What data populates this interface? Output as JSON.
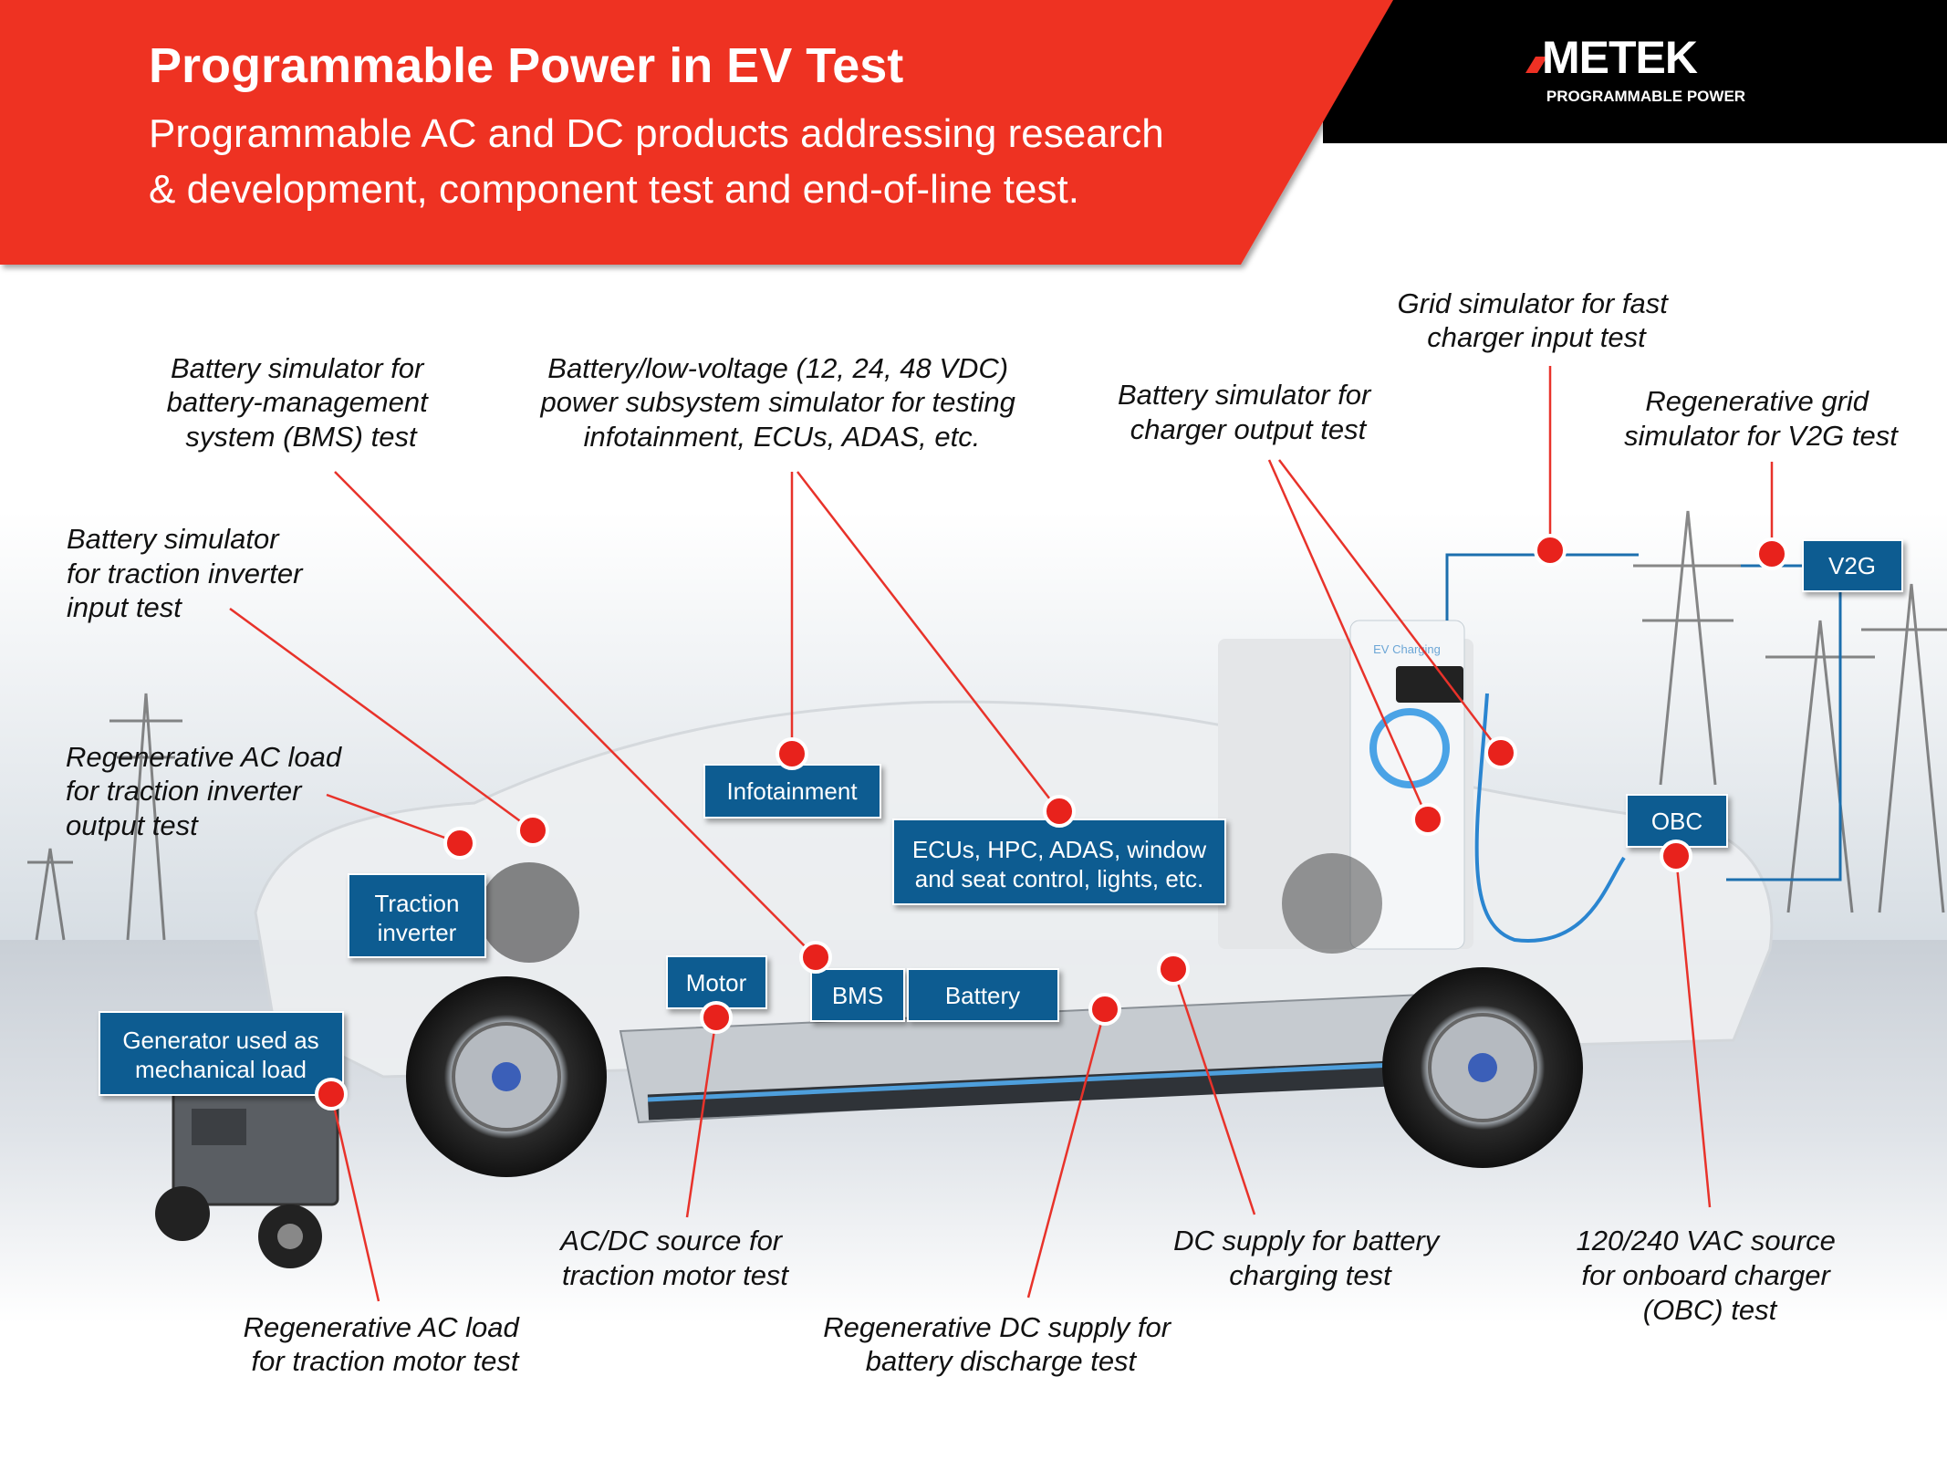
{
  "header": {
    "title": "Programmable Power in EV Test",
    "subtitle_line1": "Programmable AC and DC products addressing research",
    "subtitle_line2": "& development, component test and end-of-line test.",
    "logo_text": "AMETEK",
    "logo_tagline": "PROGRAMMABLE POWER"
  },
  "colors": {
    "brand_red": "#ee3124",
    "box_blue": "#0c5b91",
    "header_black": "#000000"
  },
  "annotations": {
    "bms": [
      "Battery simulator for",
      "battery-management",
      "system (BMS) test"
    ],
    "low_voltage": [
      "Battery/low-voltage (12, 24, 48 VDC)",
      "power subsystem  simulator for testing",
      "infotainment, ECUs, ADAS, etc."
    ],
    "charger_output": [
      "Battery simulator for",
      "charger output test"
    ],
    "grid": [
      "Grid simulator for fast",
      "charger input test"
    ],
    "v2g": [
      "Regenerative grid",
      "simulator for V2G test"
    ],
    "inverter_input": [
      "Battery simulator",
      "for traction inverter",
      "input test"
    ],
    "inverter_output": [
      "Regenerative AC load",
      "for traction inverter",
      "output test"
    ],
    "motor_source": [
      "AC/DC source for",
      "traction motor test"
    ],
    "motor_load": [
      "Regenerative AC load",
      "for traction motor test"
    ],
    "discharge": [
      "Regenerative DC supply for",
      "battery discharge  test"
    ],
    "charging": [
      "DC supply for battery",
      "charging test"
    ],
    "obc": [
      "120/240 VAC source",
      "for onboard charger",
      "(OBC) test"
    ]
  },
  "components": {
    "infotainment": "Infotainment",
    "ecus": [
      "ECUs, HPC, ADAS, window",
      "and seat control, lights, etc."
    ],
    "traction_inverter": [
      "Traction",
      "inverter"
    ],
    "motor": "Motor",
    "bms": "BMS",
    "battery": "Battery",
    "generator": [
      "Generator used as",
      "mechanical load"
    ],
    "obc": "OBC",
    "v2g": "V2G"
  },
  "charger_label": "EV Charging"
}
